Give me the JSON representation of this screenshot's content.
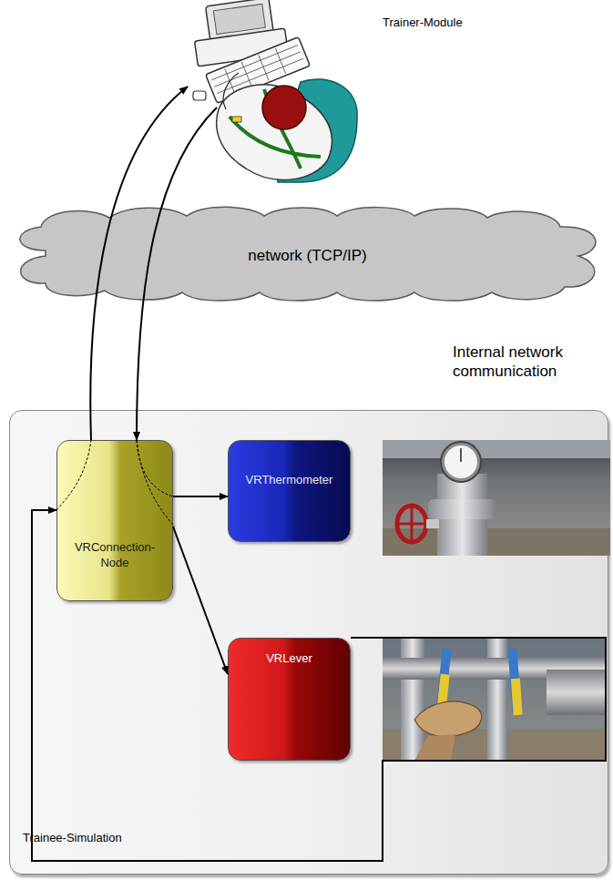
{
  "diagram": {
    "nodes": [
      {
        "text": [
          "Trainer-Module"
        ]
      },
      {
        "text": [
          "network (TCP/IP)"
        ]
      },
      {
        "text": [
          "Internal network communication",
          "Trainee-Simulation"
        ]
      },
      {
        "text": [
          "VRConnection-Node"
        ],
        "in": 2
      },
      {
        "text": [
          "VRThermometer"
        ],
        "in": 2
      },
      {
        "text": [
          "VRLever"
        ],
        "in": 2
      }
    ],
    "edges": [
      {
        "from": 3,
        "to": 0,
        "arrow": "to"
      },
      {
        "from": 0,
        "to": 3,
        "arrow": "to"
      },
      {
        "from": 3,
        "to": 4,
        "arrow": "to"
      },
      {
        "from": 3,
        "to": 5,
        "arrow": "to"
      },
      {
        "from": 5,
        "to": 3,
        "arrow": "to"
      }
    ]
  }
}
